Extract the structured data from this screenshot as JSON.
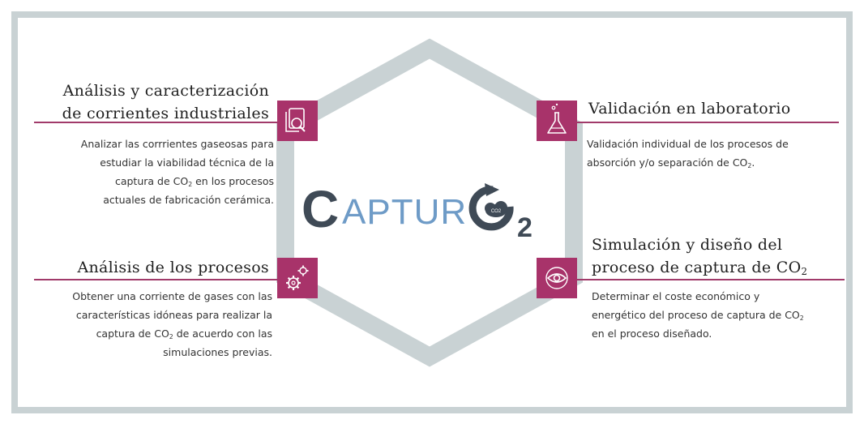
{
  "logo": {
    "letters": [
      "C",
      "APTUR",
      "2"
    ],
    "badge": "CO2",
    "colors": {
      "dark": "#3f4a56",
      "light": "#6e9bc7"
    }
  },
  "colors": {
    "accent": "#a8336a",
    "rule": "#a13a6a",
    "hexagon": "#c9d2d4",
    "frame": "#c9d2d4"
  },
  "sections": {
    "top_left": {
      "title_lines": [
        "Análisis y caracterización",
        "de corrientes industriales"
      ],
      "icon": "document-search-icon",
      "desc_lines": [
        "Analizar las corrrientes gaseosas para",
        "estudiar la viabilidad técnica de la",
        [
          "captura de CO",
          "2",
          " en los procesos"
        ],
        "actuales de fabricación cerámica."
      ]
    },
    "top_right": {
      "title_lines": [
        "Validación en laboratorio"
      ],
      "icon": "flask-icon",
      "desc_lines": [
        "Validación individual de los procesos de",
        [
          "absorción y/o separación de CO",
          "2",
          "."
        ]
      ]
    },
    "bottom_left": {
      "title_lines": [
        "Análisis de los procesos"
      ],
      "icon": "gears-icon",
      "desc_lines": [
        "Obtener una corriente de gases con las",
        "características idóneas para realizar la",
        [
          "captura de CO",
          "2",
          " de acuerdo con las"
        ],
        "simulaciones previas."
      ]
    },
    "bottom_right": {
      "title_lines": [
        "Simulación y diseño del",
        [
          "proceso de captura de CO",
          "2",
          ""
        ]
      ],
      "icon": "eye-icon",
      "desc_lines": [
        "Determinar el coste económico y",
        [
          "energético del proceso de captura de CO",
          "2",
          ""
        ],
        "en el proceso diseñado."
      ]
    }
  }
}
